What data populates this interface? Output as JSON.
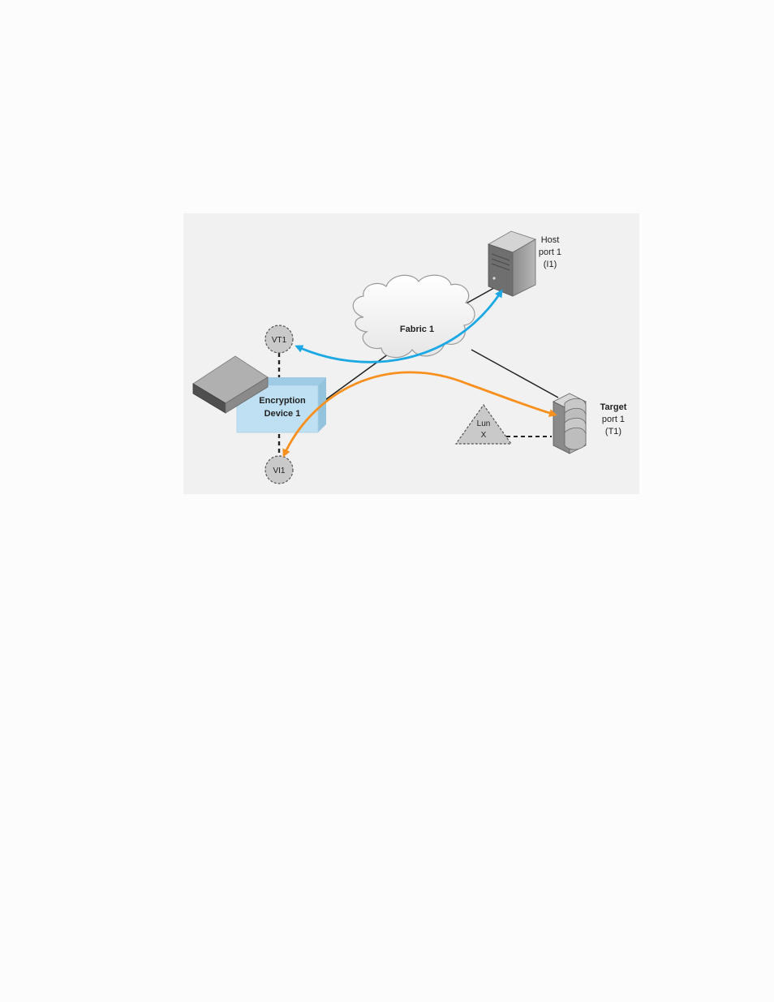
{
  "diagram": {
    "fabric": "Fabric 1",
    "host": [
      "Host",
      "port 1",
      "(I1)"
    ],
    "target": [
      "Target",
      "port 1",
      "(T1)"
    ],
    "encryption_device": [
      "Encryption",
      "Device 1"
    ],
    "vt": "VT1",
    "vi": "VI1",
    "lun": [
      "Lun",
      "X"
    ]
  },
  "colors": {
    "panel": "#f1f1f1",
    "device_box": "#bfe0f3",
    "blue_arrow": "#1ba8e3",
    "orange_arrow": "#f7901e",
    "virtual_node": "#c9c9c9"
  }
}
